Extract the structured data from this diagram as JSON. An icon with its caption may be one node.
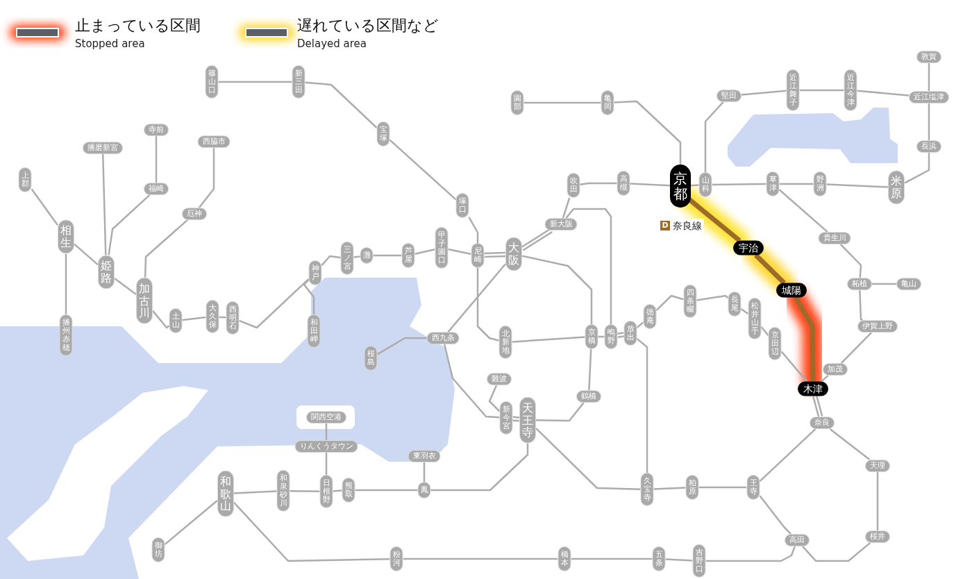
{
  "diagram": {
    "nodes": [
      {
        "text": [
          "篠山口"
        ]
      },
      {
        "text": [
          "新三田"
        ]
      },
      {
        "text": [
          "宝塚"
        ]
      },
      {
        "text": [
          "塚口"
        ]
      },
      {
        "text": [
          "尼崎"
        ]
      },
      {
        "text": [
          "大阪"
        ]
      },
      {
        "text": [
          "新大阪"
        ]
      },
      {
        "text": [
          "吹田"
        ]
      },
      {
        "text": [
          "高槻"
        ]
      },
      {
        "text": [
          "京都"
        ]
      },
      {
        "text": [
          "園部"
        ]
      },
      {
        "text": [
          "亀岡"
        ]
      },
      {
        "text": [
          "山科"
        ]
      },
      {
        "text": [
          "堅田"
        ]
      },
      {
        "text": [
          "近江舞子"
        ]
      },
      {
        "text": [
          "近江今津"
        ]
      },
      {
        "text": [
          "近江塩津"
        ]
      },
      {
        "text": [
          "敦賀"
        ]
      },
      {
        "text": [
          "長浜"
        ]
      },
      {
        "text": [
          "米原"
        ]
      },
      {
        "text": [
          "野洲"
        ]
      },
      {
        "text": [
          "草津"
        ]
      },
      {
        "text": [
          "貴生川"
        ]
      },
      {
        "text": [
          "柘植"
        ]
      },
      {
        "text": [
          "亀山"
        ]
      },
      {
        "text": [
          "伊賀上野"
        ]
      },
      {
        "text": [
          "加茂"
        ]
      },
      {
        "text": [
          "木津"
        ]
      },
      {
        "text": [
          "奈良"
        ]
      },
      {
        "text": [
          "天理"
        ]
      },
      {
        "text": [
          "桜井"
        ]
      },
      {
        "text": [
          "高田"
        ]
      },
      {
        "text": [
          "王寺"
        ]
      },
      {
        "text": [
          "柏原"
        ]
      },
      {
        "text": [
          "久宝寺"
        ]
      },
      {
        "text": [
          "吉野口"
        ]
      },
      {
        "text": [
          "五条"
        ]
      },
      {
        "text": [
          "橋本"
        ]
      },
      {
        "text": [
          "粉河"
        ]
      },
      {
        "text": [
          "和歌山"
        ]
      },
      {
        "text": [
          "御坊"
        ]
      },
      {
        "text": [
          "和泉砂川"
        ]
      },
      {
        "text": [
          "日根野"
        ]
      },
      {
        "text": [
          "熊取"
        ]
      },
      {
        "text": [
          "りんくうタウン"
        ]
      },
      {
        "text": [
          "関西空港"
        ]
      },
      {
        "text": [
          "鳳"
        ]
      },
      {
        "text": [
          "東羽衣"
        ]
      },
      {
        "text": [
          "天王寺"
        ]
      },
      {
        "text": [
          "新今宮"
        ]
      },
      {
        "text": [
          "難波"
        ]
      },
      {
        "text": [
          "鶴橋"
        ]
      },
      {
        "text": [
          "京橋"
        ]
      },
      {
        "text": [
          "鴫野"
        ]
      },
      {
        "text": [
          "放出"
        ]
      },
      {
        "text": [
          "徳庵"
        ]
      },
      {
        "text": [
          "四条畷"
        ]
      },
      {
        "text": [
          "長尾"
        ]
      },
      {
        "text": [
          "松井山手"
        ]
      },
      {
        "text": [
          "京田辺"
        ]
      },
      {
        "text": [
          "宇治"
        ]
      },
      {
        "text": [
          "城陽"
        ]
      },
      {
        "text": [
          "北新地"
        ]
      },
      {
        "text": [
          "西九条"
        ]
      },
      {
        "text": [
          "桜島"
        ]
      },
      {
        "text": [
          "甲子園口"
        ]
      },
      {
        "text": [
          "芦屋"
        ]
      },
      {
        "text": [
          "灘"
        ]
      },
      {
        "text": [
          "三ノ宮"
        ]
      },
      {
        "text": [
          "神戸"
        ]
      },
      {
        "text": [
          "和田岬"
        ]
      },
      {
        "text": [
          "西明石"
        ]
      },
      {
        "text": [
          "大久保"
        ]
      },
      {
        "text": [
          "土山"
        ]
      },
      {
        "text": [
          "加古川"
        ]
      },
      {
        "text": [
          "厄神"
        ]
      },
      {
        "text": [
          "西脇市"
        ]
      },
      {
        "text": [
          "姫路"
        ]
      },
      {
        "text": [
          "福崎"
        ]
      },
      {
        "text": [
          "寺前"
        ]
      },
      {
        "text": [
          "播磨新宮"
        ]
      },
      {
        "text": [
          "相生"
        ]
      },
      {
        "text": [
          "上郡"
        ]
      },
      {
        "text": [
          "播州赤穂"
        ]
      }
    ],
    "edges": [
      {
        "from": 0,
        "to": 1,
        "arrow": "none"
      },
      {
        "from": 1,
        "to": 2,
        "arrow": "none"
      },
      {
        "from": 2,
        "to": 3,
        "arrow": "none"
      },
      {
        "from": 3,
        "to": 4,
        "arrow": "none"
      },
      {
        "from": 4,
        "to": 5,
        "arrow": "none"
      },
      {
        "from": 4,
        "to": 5,
        "arrow": "none"
      },
      {
        "from": 4,
        "to": 62,
        "arrow": "none"
      },
      {
        "from": 62,
        "to": 52,
        "arrow": "none"
      },
      {
        "from": 52,
        "to": 53,
        "arrow": "none"
      },
      {
        "from": 53,
        "to": 54,
        "arrow": "none"
      },
      {
        "from": 53,
        "to": 54,
        "arrow": "none"
      },
      {
        "from": 54,
        "to": 55,
        "arrow": "none"
      },
      {
        "from": 55,
        "to": 56,
        "arrow": "none"
      },
      {
        "from": 56,
        "to": 57,
        "arrow": "none"
      },
      {
        "from": 57,
        "to": 58,
        "arrow": "none"
      },
      {
        "from": 58,
        "to": 59,
        "arrow": "none"
      },
      {
        "from": 59,
        "to": 27,
        "arrow": "none"
      },
      {
        "from": 5,
        "to": 52,
        "arrow": "none"
      },
      {
        "from": 52,
        "to": 51,
        "arrow": "none"
      },
      {
        "from": 51,
        "to": 48,
        "arrow": "none"
      },
      {
        "from": 48,
        "to": 49,
        "arrow": "none"
      },
      {
        "from": 48,
        "to": 49,
        "arrow": "none"
      },
      {
        "from": 49,
        "to": 63,
        "arrow": "none"
      },
      {
        "from": 63,
        "to": 5,
        "arrow": "none"
      },
      {
        "from": 63,
        "to": 64,
        "arrow": "none"
      },
      {
        "from": 50,
        "to": 49,
        "arrow": "none"
      },
      {
        "from": 5,
        "to": 6,
        "arrow": "none"
      },
      {
        "from": 5,
        "to": 6,
        "arrow": "none"
      },
      {
        "from": 6,
        "to": 7,
        "arrow": "none"
      },
      {
        "from": 6,
        "to": 53,
        "arrow": "none"
      },
      {
        "from": 7,
        "to": 8,
        "arrow": "none"
      },
      {
        "from": 8,
        "to": 9,
        "arrow": "none"
      },
      {
        "from": 9,
        "to": 12,
        "arrow": "none"
      },
      {
        "from": 12,
        "to": 21,
        "arrow": "none"
      },
      {
        "from": 21,
        "to": 20,
        "arrow": "none"
      },
      {
        "from": 20,
        "to": 19,
        "arrow": "none"
      },
      {
        "from": 19,
        "to": 18,
        "arrow": "none"
      },
      {
        "from": 18,
        "to": 16,
        "arrow": "none"
      },
      {
        "from": 16,
        "to": 17,
        "arrow": "none"
      },
      {
        "from": 12,
        "to": 13,
        "arrow": "none"
      },
      {
        "from": 13,
        "to": 14,
        "arrow": "none"
      },
      {
        "from": 14,
        "to": 15,
        "arrow": "none"
      },
      {
        "from": 15,
        "to": 16,
        "arrow": "none"
      },
      {
        "from": 10,
        "to": 11,
        "arrow": "none"
      },
      {
        "from": 11,
        "to": 9,
        "arrow": "none"
      },
      {
        "from": 21,
        "to": 22,
        "arrow": "none"
      },
      {
        "from": 22,
        "to": 23,
        "arrow": "none"
      },
      {
        "from": 23,
        "to": 24,
        "arrow": "none"
      },
      {
        "from": 23,
        "to": 25,
        "arrow": "none"
      },
      {
        "from": 25,
        "to": 26,
        "arrow": "none"
      },
      {
        "from": 26,
        "to": 27,
        "arrow": "none"
      },
      {
        "from": 9,
        "to": 60,
        "arrow": "none",
        "style": "thick",
        "color": "#9c6b2c"
      },
      {
        "from": 60,
        "to": 61,
        "arrow": "none",
        "style": "thick",
        "color": "#9c6b2c"
      },
      {
        "from": 61,
        "to": 27,
        "arrow": "none",
        "style": "thick",
        "color": "#9c6b2c"
      },
      {
        "from": 27,
        "to": 28,
        "arrow": "none"
      },
      {
        "from": 27,
        "to": 28,
        "arrow": "none"
      },
      {
        "from": 28,
        "to": 29,
        "arrow": "none"
      },
      {
        "from": 29,
        "to": 30,
        "arrow": "none"
      },
      {
        "from": 30,
        "to": 31,
        "arrow": "none"
      },
      {
        "from": 32,
        "to": 31,
        "arrow": "none"
      },
      {
        "from": 31,
        "to": 35,
        "arrow": "none"
      },
      {
        "from": 28,
        "to": 32,
        "arrow": "none"
      },
      {
        "from": 32,
        "to": 33,
        "arrow": "none"
      },
      {
        "from": 33,
        "to": 34,
        "arrow": "none"
      },
      {
        "from": 48,
        "to": 34,
        "arrow": "none"
      },
      {
        "from": 54,
        "to": 34,
        "arrow": "none"
      },
      {
        "from": 35,
        "to": 36,
        "arrow": "none"
      },
      {
        "from": 36,
        "to": 37,
        "arrow": "none"
      },
      {
        "from": 37,
        "to": 38,
        "arrow": "none"
      },
      {
        "from": 38,
        "to": 39,
        "arrow": "none"
      },
      {
        "from": 39,
        "to": 40,
        "arrow": "none"
      },
      {
        "from": 39,
        "to": 41,
        "arrow": "none"
      },
      {
        "from": 41,
        "to": 42,
        "arrow": "none"
      },
      {
        "from": 42,
        "to": 43,
        "arrow": "none"
      },
      {
        "from": 43,
        "to": 46,
        "arrow": "none"
      },
      {
        "from": 46,
        "to": 47,
        "arrow": "none"
      },
      {
        "from": 46,
        "to": 48,
        "arrow": "none"
      },
      {
        "from": 42,
        "to": 44,
        "arrow": "none"
      },
      {
        "from": 44,
        "to": 45,
        "arrow": "none"
      },
      {
        "from": 82,
        "to": 81,
        "arrow": "none"
      },
      {
        "from": 81,
        "to": 77,
        "arrow": "none"
      },
      {
        "from": 81,
        "to": 83,
        "arrow": "none"
      },
      {
        "from": 80,
        "to": 77,
        "arrow": "none"
      },
      {
        "from": 79,
        "to": 78,
        "arrow": "none"
      },
      {
        "from": 78,
        "to": 77,
        "arrow": "none"
      },
      {
        "from": 77,
        "to": 74,
        "arrow": "none"
      },
      {
        "from": 76,
        "to": 75,
        "arrow": "none"
      },
      {
        "from": 75,
        "to": 74,
        "arrow": "none"
      },
      {
        "from": 74,
        "to": 73,
        "arrow": "none"
      },
      {
        "from": 73,
        "to": 72,
        "arrow": "none"
      },
      {
        "from": 72,
        "to": 71,
        "arrow": "none"
      },
      {
        "from": 71,
        "to": 69,
        "arrow": "none"
      },
      {
        "from": 69,
        "to": 70,
        "arrow": "none"
      },
      {
        "from": 69,
        "to": 68,
        "arrow": "none"
      },
      {
        "from": 68,
        "to": 67,
        "arrow": "none"
      },
      {
        "from": 67,
        "to": 66,
        "arrow": "none"
      },
      {
        "from": 66,
        "to": 65,
        "arrow": "none"
      },
      {
        "from": 65,
        "to": 4,
        "arrow": "none"
      }
    ],
    "labels": [
      "Stopped area",
      "Delayed area",
      "D",
      "奈良線"
    ],
    "legend": [
      {
        "text": "止まっている区間"
      },
      {
        "text": "遅れている区間など"
      }
    ]
  }
}
